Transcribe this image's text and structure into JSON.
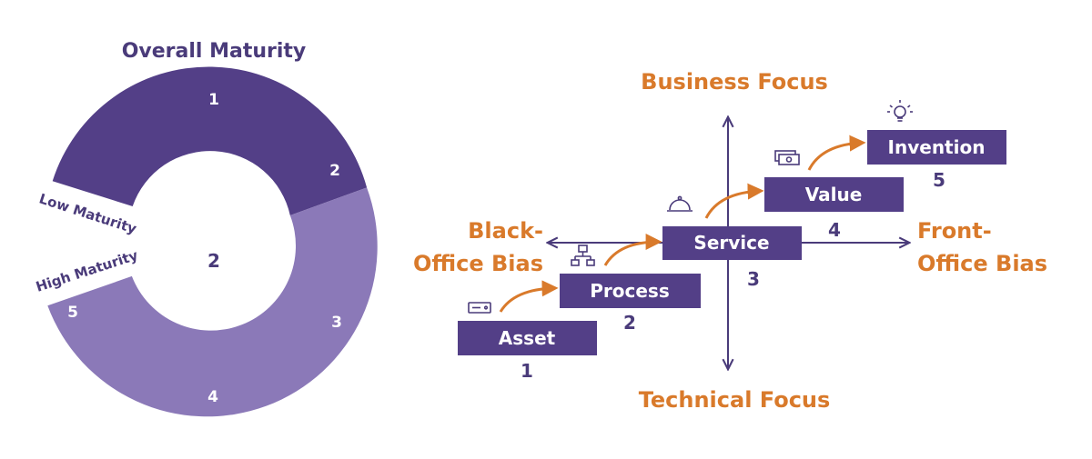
{
  "donut": {
    "title": "Overall Maturity",
    "center_value": "2",
    "low_label": "Low Maturity",
    "high_label": "High Maturity",
    "segments": [
      {
        "label": "1",
        "color": "#533f87"
      },
      {
        "label": "2",
        "color": "#533f87"
      },
      {
        "label": "3",
        "color": "#8b79b8"
      },
      {
        "label": "4",
        "color": "#8b79b8"
      },
      {
        "label": "5",
        "color": "#8b79b8"
      }
    ]
  },
  "axes": {
    "top": "Business Focus",
    "bottom": "Technical Focus",
    "left_line1": "Black-",
    "left_line2": "Office Bias",
    "right_line1": "Front-",
    "right_line2": "Office Bias"
  },
  "steps": [
    {
      "label": "Asset",
      "number": "1",
      "icon": "server-icon"
    },
    {
      "label": "Process",
      "number": "2",
      "icon": "hierarchy-icon"
    },
    {
      "label": "Service",
      "number": "3",
      "icon": "cloche-icon"
    },
    {
      "label": "Value",
      "number": "4",
      "icon": "banknotes-icon"
    },
    {
      "label": "Invention",
      "number": "5",
      "icon": "lightbulb-icon"
    }
  ],
  "colors": {
    "dark_purple": "#533f87",
    "light_purple": "#8b79b8",
    "text_purple": "#4a3b7a",
    "accent_orange": "#d97a2b"
  }
}
